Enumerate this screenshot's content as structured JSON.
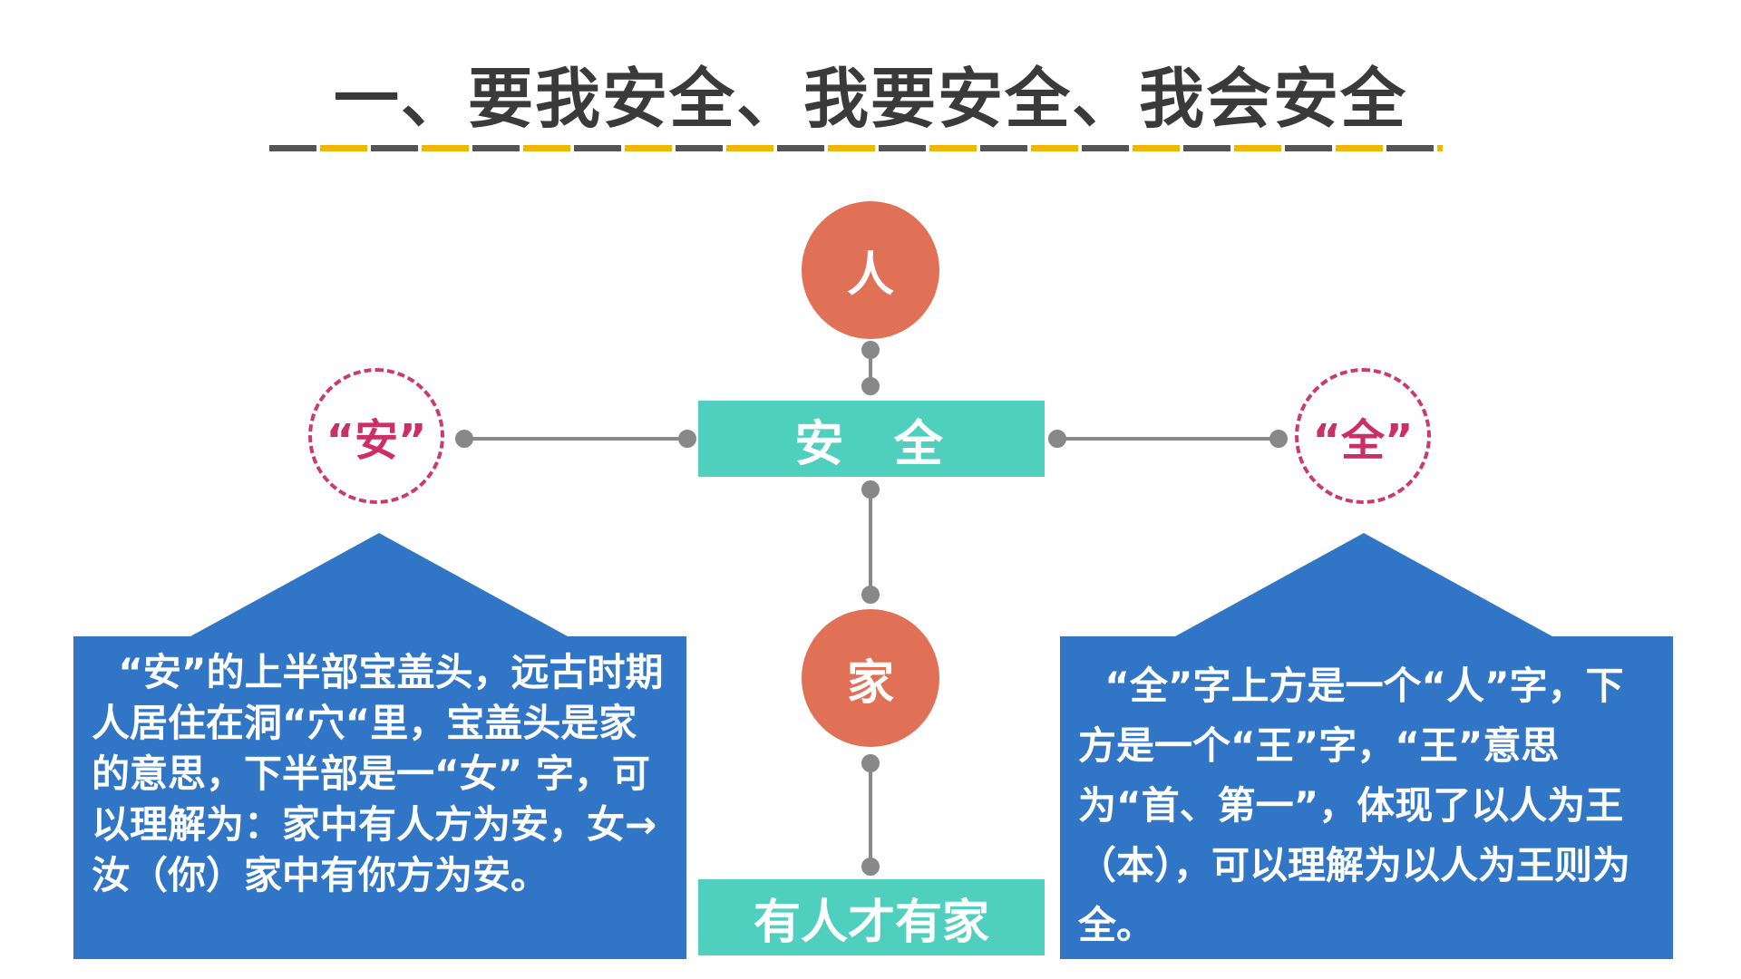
{
  "title": "一、要我安全、我要安全、我会安全",
  "divider": {
    "colors": {
      "dark": "#555555",
      "accent": "#f2b705"
    }
  },
  "nodes": {
    "ren": "人",
    "anquan": "安  全",
    "jia": "家",
    "youren": "有人才有家"
  },
  "circles": {
    "an": "“安”",
    "quan": "“全”"
  },
  "left_box": {
    "text": "  “安”的上半部宝盖头，远古时期人居住在洞“穴“里，宝盖头是家的意思，下半部是一“女” 字，可以理解为：家中有人方为安，女→汝（你）家中有你方为安。"
  },
  "right_box": {
    "text": "  “全”字上方是一个“人”字，下方是一个“王”字，“王”意思为“首、第一”，体现了以人为王（本），可以理解为以人为王则为全。"
  },
  "colors": {
    "node_circle": "#e07056",
    "teal": "#4fcfbd",
    "blue": "#3176c6",
    "dashed_circle": "#cc3a6c",
    "connector": "#888888"
  }
}
